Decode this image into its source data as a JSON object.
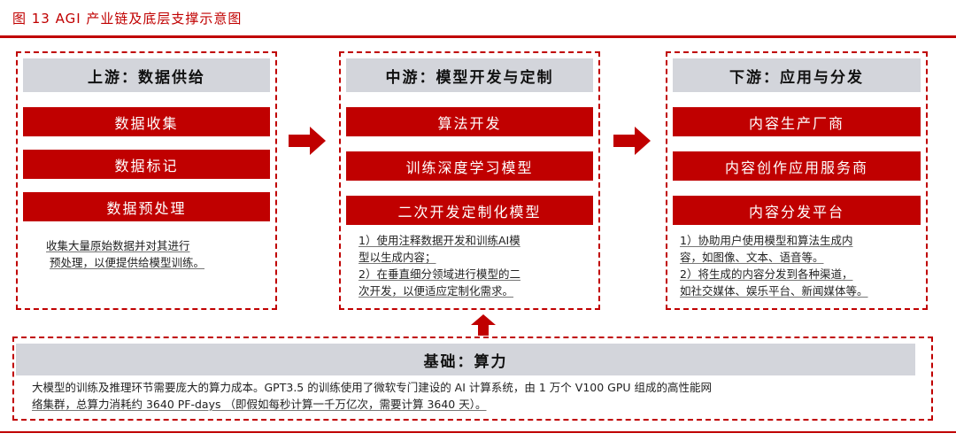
{
  "figure_title": "图 13 AGI 产业链及底层支撑示意图",
  "columns": [
    {
      "header": "上游：数据供给",
      "boxes": [
        "数据收集",
        "数据标记",
        "数据预处理"
      ],
      "notes": [
        "收集大量原始数据并对其进行",
        "预处理，以便提供给模型训练。"
      ]
    },
    {
      "header": "中游：模型开发与定制",
      "boxes": [
        "算法开发",
        "训练深度学习模型",
        "二次开发定制化模型"
      ],
      "notes": [
        "1）使用注释数据开发和训练AI模",
        "型以生成内容；",
        "2）在垂直细分领域进行模型的二",
        "次开发，以便适应定制化需求。"
      ]
    },
    {
      "header": "下游：应用与分发",
      "boxes": [
        "内容生产厂商",
        "内容创作应用服务商",
        "内容分发平台"
      ],
      "notes": [
        "1）协助用户使用模型和算法生成内",
        "容，如图像、文本、语音等。",
        "2）将生成的内容分发到各种渠道，",
        "如社交媒体、娱乐平台、新闻媒体等。"
      ]
    }
  ],
  "base": {
    "header": "基础：算力",
    "lines": [
      "大模型的训练及推理环节需要庞大的算力成本。GPT3.5 的训练使用了微软专门建设的 AI 计算系统，由 1 万个 V100 GPU 组成的高性能网",
      "络集群，总算力消耗约 3640 PF-days （即假如每秒计算一千万亿次，需要计算 3640 天）。"
    ]
  },
  "colors": {
    "accent": "#c00000",
    "header_gray": "#d3d5db"
  }
}
